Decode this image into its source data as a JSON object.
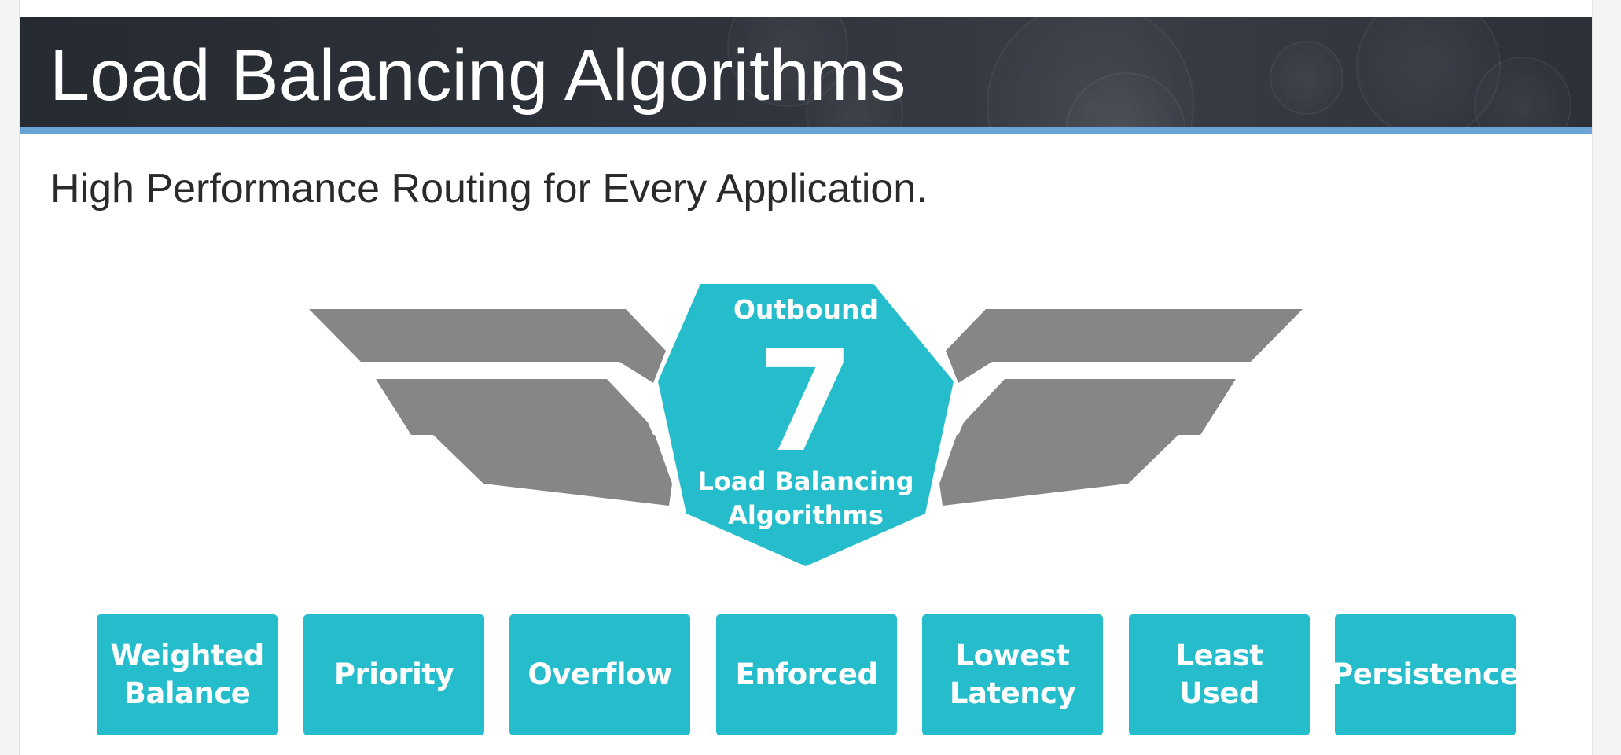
{
  "header": {
    "title": "Load Balancing Algorithms"
  },
  "subtitle": "High Performance Routing for Every Application.",
  "emblem": {
    "top_label": "Outbound",
    "number": "7",
    "bottom_line1": "Load Balancing",
    "bottom_line2": "Algorithms",
    "hex_color": "#25bccb",
    "wing_color": "#868686"
  },
  "algorithms": [
    {
      "label": "Weighted\nBalance"
    },
    {
      "label": "Priority"
    },
    {
      "label": "Overflow"
    },
    {
      "label": "Enforced"
    },
    {
      "label": "Lowest\nLatency"
    },
    {
      "label": "Least\nUsed"
    },
    {
      "label": "Persistence"
    }
  ],
  "colors": {
    "banner": "#2d3139",
    "accent_stripe": "#6aa3d6",
    "box": "#25bccb",
    "text_dark": "#2a2a2a"
  }
}
